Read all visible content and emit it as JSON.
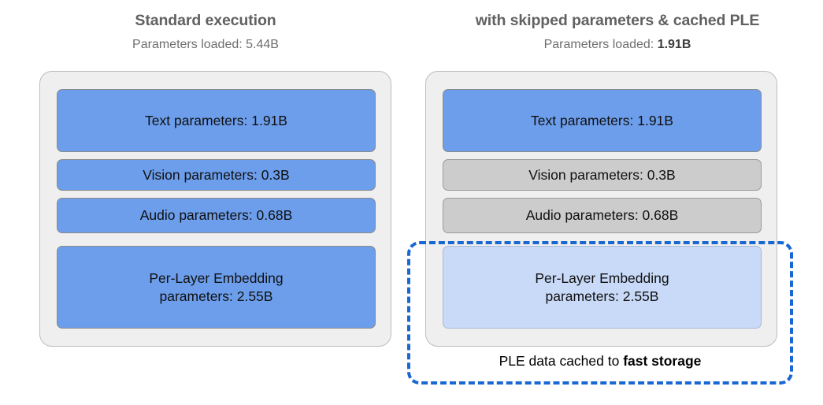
{
  "colors": {
    "active_blue": "#6d9eeb",
    "cached_light_blue": "#c9daf8",
    "skipped_grey": "#cccccc",
    "panel_grey": "#efefef",
    "dashed_accent": "#1967d2",
    "title_grey": "#616161"
  },
  "columns": [
    {
      "id": "standard",
      "title": "Standard execution",
      "subtitle_label": "Parameters loaded:",
      "subtitle_value": "5.44B",
      "bars": [
        {
          "label": "Text parameters: 1.91B",
          "state": "blue"
        },
        {
          "label": "Vision parameters: 0.3B",
          "state": "blue"
        },
        {
          "label": "Audio parameters: 0.68B",
          "state": "blue"
        },
        {
          "label_line1": "Per-Layer Embedding",
          "label_line2": "parameters: 2.55B",
          "state": "blue"
        }
      ]
    },
    {
      "id": "optimized",
      "title": "with skipped parameters & cached PLE",
      "subtitle_label": "Parameters loaded:",
      "subtitle_value": "1.91B",
      "bars": [
        {
          "label": "Text parameters: 1.91B",
          "state": "blue"
        },
        {
          "label": "Vision parameters: 0.3B",
          "state": "grey"
        },
        {
          "label": "Audio parameters: 0.68B",
          "state": "grey"
        },
        {
          "label_line1": "Per-Layer Embedding",
          "label_line2": "parameters: 2.55B",
          "state": "lightblue"
        }
      ]
    }
  ],
  "cache_region": {
    "caption_prefix": "PLE data cached to ",
    "caption_strong": "fast storage"
  }
}
